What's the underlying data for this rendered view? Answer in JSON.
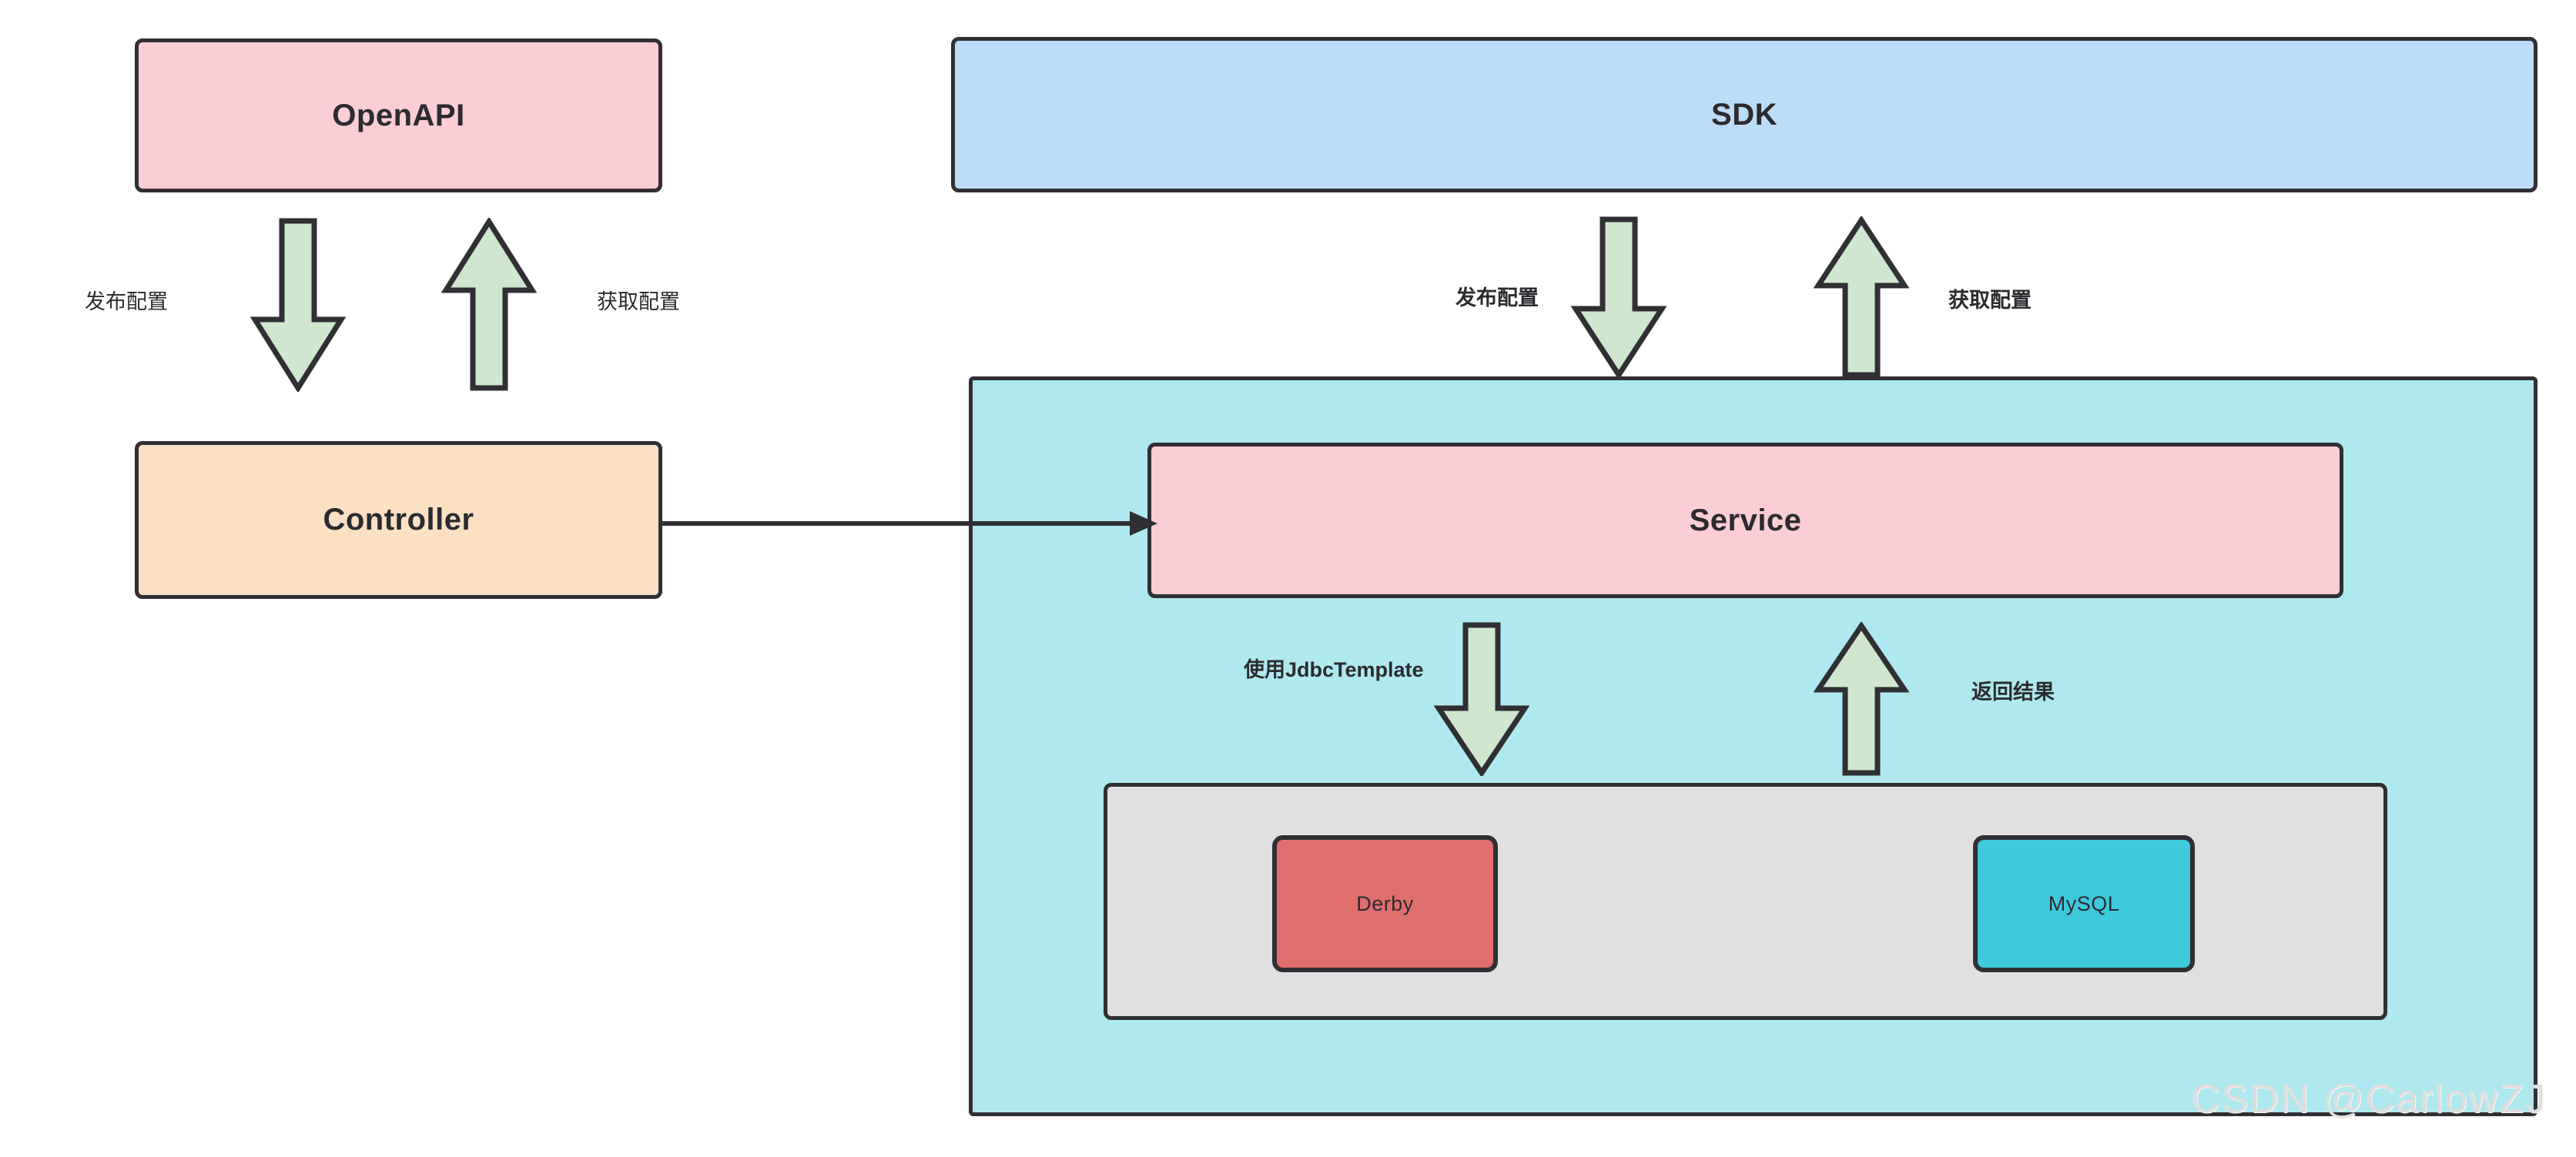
{
  "diagram": {
    "title": "Nacos config architecture diagram",
    "nodes": {
      "openapi": {
        "label": "OpenAPI",
        "color": "#fbcdd4"
      },
      "sdk": {
        "label": "SDK",
        "color": "#bcdcf8"
      },
      "controller": {
        "label": "Controller",
        "color": "#fce0c4"
      },
      "server_container": {
        "label": "",
        "color": "#b0e8ef"
      },
      "service": {
        "label": "Service",
        "color": "#fbcdd4"
      },
      "db_group": {
        "label": "",
        "color": "#e0e0e0"
      },
      "derby": {
        "label": "Derby",
        "color": "#e06e6e"
      },
      "mysql": {
        "label": "MySQL",
        "color": "#3fc9dd"
      }
    },
    "edges": {
      "publish_config_left": "发布配置",
      "fetch_config_left": "获取配置",
      "publish_config_right": "发布配置",
      "fetch_config_right": "获取配置",
      "use_jdbc_template": "使用JdbcTemplate",
      "return_result": "返回结果"
    },
    "arrow_style": {
      "fill": "#cfe7ce",
      "stroke": "#2f2f34"
    },
    "connector_color": "#2f2f34"
  },
  "watermark": {
    "text": "CSDN @CarlowZJ",
    "color": "#dededf"
  }
}
